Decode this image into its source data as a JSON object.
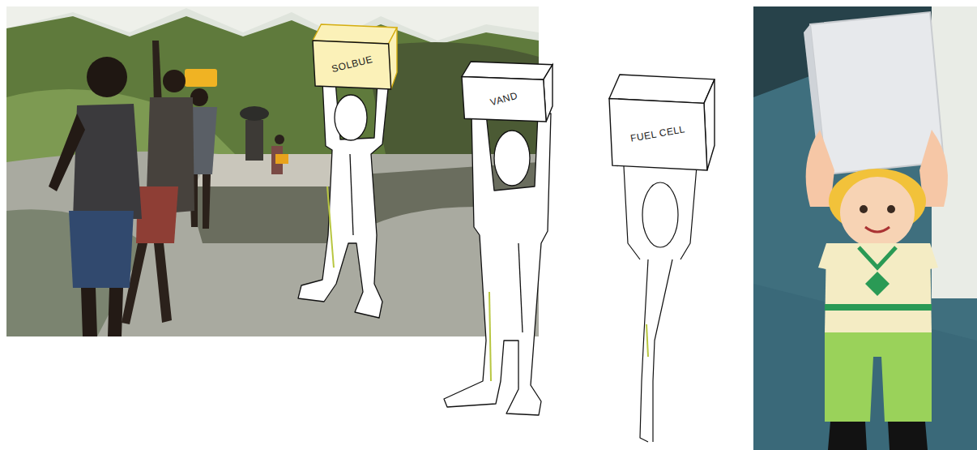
{
  "diagram": {
    "nodes": [
      {
        "text": [
          "SOLBUE"
        ]
      },
      {
        "text": [
          "VAND"
        ]
      },
      {
        "text": [
          "FUEL CELL"
        ]
      }
    ]
  }
}
